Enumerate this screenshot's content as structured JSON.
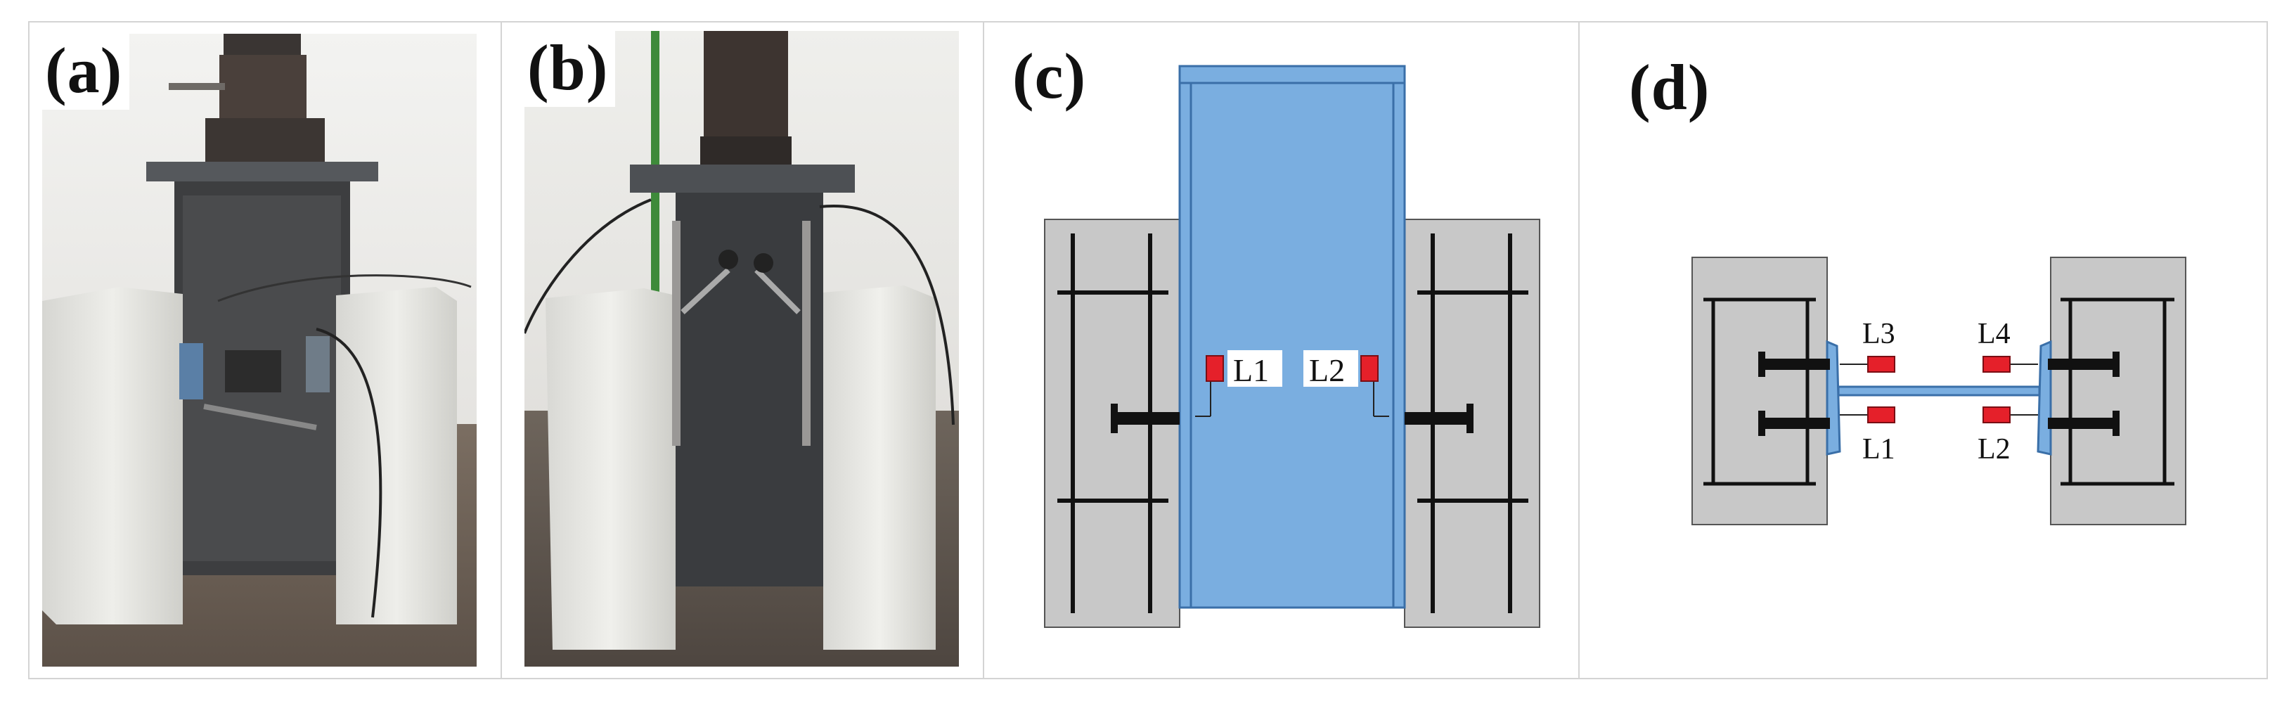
{
  "panels": {
    "a": {
      "label": "(a)"
    },
    "b": {
      "label": "(b)"
    },
    "c": {
      "label": "(c)",
      "gauges": [
        "L1",
        "L2"
      ]
    },
    "d": {
      "label": "(d)",
      "gauges": [
        "L3",
        "L4",
        "L1",
        "L2"
      ]
    }
  },
  "colors": {
    "concrete": "#c8c8c8",
    "steel_plate": "#7aaee0",
    "steel_outline": "#3a6fa8",
    "gauge": "#e5202a",
    "rebar": "#111111",
    "frame_border": "#d4d4d4"
  }
}
